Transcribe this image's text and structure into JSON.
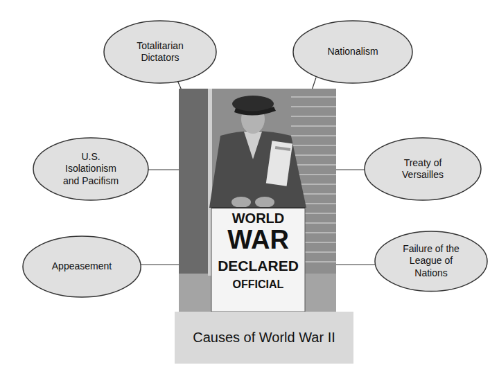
{
  "diagram": {
    "title": "Causes of World War II",
    "nodes": [
      {
        "text": [
          "Totalitarian Dictators"
        ]
      },
      {
        "text": [
          "Nationalism"
        ]
      },
      {
        "text": [
          "U.S. Isolationism and Pacifism"
        ]
      },
      {
        "text": [
          "Treaty of Versailles"
        ]
      },
      {
        "text": [
          "Appeasement"
        ]
      },
      {
        "text": [
          "Failure of the League of Nations"
        ]
      }
    ],
    "labels": [
      "WORLD",
      "WAR",
      "DECLARED",
      "OFFICIAL"
    ]
  }
}
